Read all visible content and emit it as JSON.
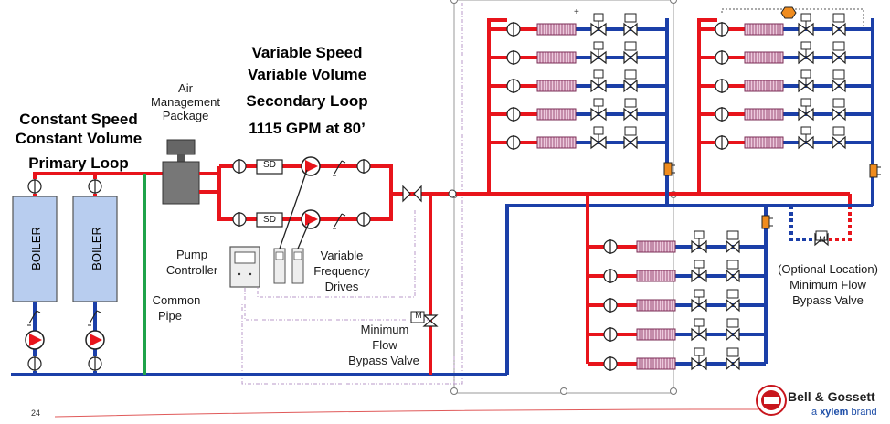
{
  "labels": {
    "primary_l1": "Constant Speed",
    "primary_l2": "Constant Volume",
    "primary_l3": "Primary Loop",
    "secondary_l1": "Variable Speed",
    "secondary_l2": "Variable Volume",
    "secondary_l3": "Secondary Loop",
    "flow": "1115 GPM at 80’",
    "air_l1": "Air",
    "air_l2": "Management",
    "air_l3": "Package",
    "pump_l1": "Pump",
    "pump_l2": "Controller",
    "vfd_l1": "Variable",
    "vfd_l2": "Frequency",
    "vfd_l3": "Drives",
    "common_l1": "Common",
    "common_l2": "Pipe",
    "bypass_l1": "Minimum",
    "bypass_l2": "Flow",
    "bypass_l3": "Bypass Valve",
    "opt_l1": "(Optional Location)",
    "opt_l2": "Minimum Flow",
    "opt_l3": "Bypass Valve",
    "boiler1": "BOILER",
    "boiler2": "BOILER",
    "sd1": "SD",
    "sd2": "SD",
    "m_label": "M"
  },
  "footer": {
    "page_number": "24",
    "brand": "Bell & Gossett",
    "sub_prefix": "a ",
    "sub_brand": "xylem",
    "sub_suffix": " brand"
  },
  "colors": {
    "supply": "#e8141b",
    "return": "#1b3fa8",
    "common": "#1fa34a",
    "boiler_fill": "#b8cdef",
    "coil_fill": "#ecc9dc",
    "accent_orange": "#f08c1e"
  },
  "icons": [
    "check-valve-icon",
    "pump-icon",
    "control-valve-icon",
    "flow-switch-icon",
    "coil-icon",
    "boiler-icon"
  ]
}
